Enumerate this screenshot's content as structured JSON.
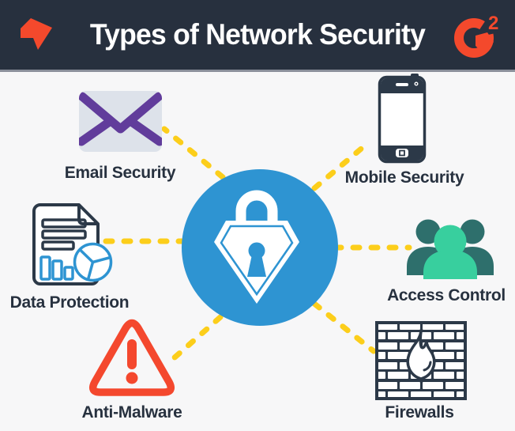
{
  "header": {
    "title": "Types of Network Security",
    "g2_superscript": "2"
  },
  "hub": {
    "icon": "lock-shield-icon"
  },
  "items": [
    {
      "id": "email-security",
      "label": "Email Security",
      "icon": "envelope-icon"
    },
    {
      "id": "mobile-security",
      "label": "Mobile Security",
      "icon": "smartphone-icon"
    },
    {
      "id": "data-protection",
      "label": "Data Protection",
      "icon": "document-chart-icon"
    },
    {
      "id": "access-control",
      "label": "Access Control",
      "icon": "people-icon"
    },
    {
      "id": "anti-malware",
      "label": "Anti-Malware",
      "icon": "warning-triangle-icon"
    },
    {
      "id": "firewalls",
      "label": "Firewalls",
      "icon": "firewall-icon"
    }
  ],
  "colors": {
    "header_bg": "#27303e",
    "header_divider": "#8b909b",
    "canvas_bg": "#f7f7f8",
    "brand_red": "#f4492c",
    "hub_blue": "#2e94d2",
    "connector_yellow": "#fcce1b",
    "envelope_purple": "#613c9b",
    "envelope_gray": "#dde2ea",
    "outline_navy": "#2c3948",
    "teal_dark": "#2e6f6c",
    "teal_mint": "#38cf9e",
    "alert_red": "#f4482e",
    "label_text": "#27313f"
  }
}
